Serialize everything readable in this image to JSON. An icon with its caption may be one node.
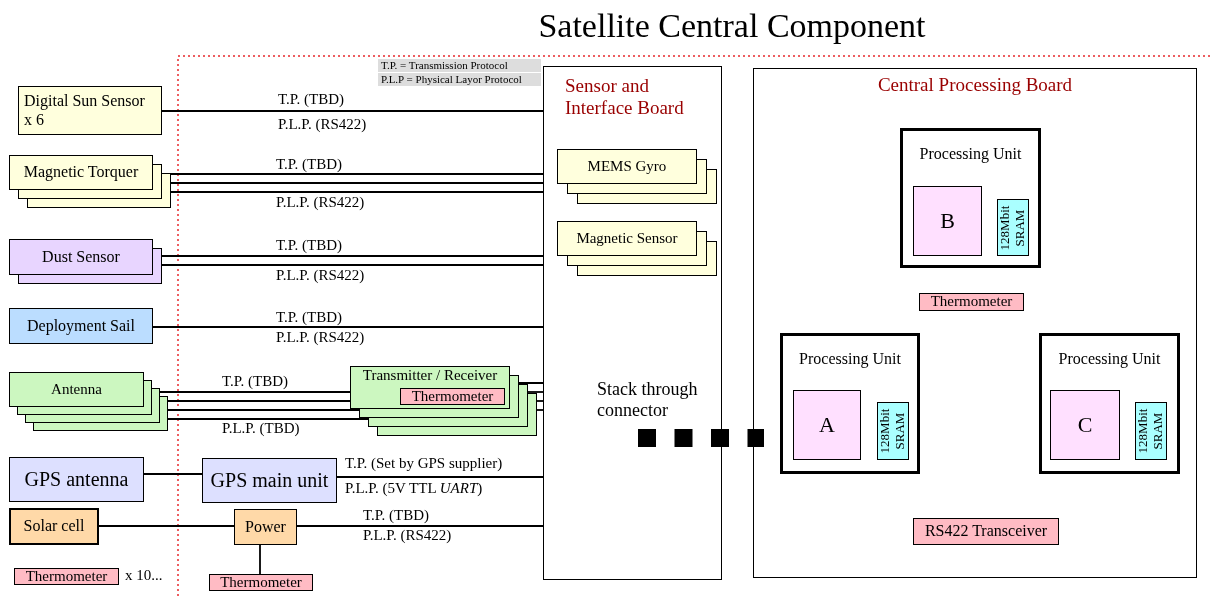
{
  "diagram": {
    "title": "Satellite Central Component",
    "nodes": [
      {
        "text": [
          "Digital Sun Sensor x 6"
        ]
      },
      {
        "text": [
          "Magnetic Torquer"
        ]
      },
      {
        "text": [
          "Dust Sensor"
        ]
      },
      {
        "text": [
          "Deployment Sail"
        ]
      },
      {
        "text": [
          "Antenna"
        ]
      },
      {
        "text": [
          "GPS antenna"
        ]
      },
      {
        "text": [
          "GPS main unit"
        ]
      },
      {
        "text": [
          "Solar cell"
        ]
      },
      {
        "text": [
          "Power"
        ]
      },
      {
        "text": [
          "Thermometer"
        ]
      },
      {
        "text": [
          "Thermometer"
        ],
        "beside": [
          "x 10..."
        ]
      },
      {
        "text": [
          "Transmitter / Receiver"
        ]
      },
      {
        "text": [
          "Thermometer"
        ],
        "in": 11
      },
      {
        "text": [
          "Sensor and Interface Board"
        ]
      },
      {
        "text": [
          "MEMS Gyro"
        ],
        "in": 13
      },
      {
        "text": [
          "Magnetic Sensor"
        ],
        "in": 13
      },
      {
        "text": [
          "Central Processing Board"
        ]
      },
      {
        "text": [
          "Processing Unit"
        ],
        "in": 16
      },
      {
        "text": [
          "B"
        ],
        "in": 17
      },
      {
        "text": [
          "128Mbit SRAM"
        ],
        "in": 17
      },
      {
        "text": [
          "Thermometer"
        ],
        "in": 16
      },
      {
        "text": [
          "Processing Unit"
        ],
        "in": 16
      },
      {
        "text": [
          "A"
        ],
        "in": 21
      },
      {
        "text": [
          "128Mbit SRAM"
        ],
        "in": 21
      },
      {
        "text": [
          "Processing Unit"
        ],
        "in": 16
      },
      {
        "text": [
          "C"
        ],
        "in": 24
      },
      {
        "text": [
          "128Mbit SRAM"
        ],
        "in": 24
      },
      {
        "text": [
          "RS422 Transceiver"
        ],
        "in": 16
      }
    ],
    "edges": [
      {
        "from": 0,
        "to": 13,
        "arrow": "none"
      },
      {
        "from": 1,
        "to": 13,
        "arrow": "none"
      },
      {
        "from": 1,
        "to": 13,
        "arrow": "none"
      },
      {
        "from": 1,
        "to": 13,
        "arrow": "none"
      },
      {
        "from": 2,
        "to": 13,
        "arrow": "none"
      },
      {
        "from": 2,
        "to": 13,
        "arrow": "none"
      },
      {
        "from": 3,
        "to": 13,
        "arrow": "none"
      },
      {
        "from": 4,
        "to": 11,
        "arrow": "none"
      },
      {
        "from": 4,
        "to": 11,
        "arrow": "none"
      },
      {
        "from": 4,
        "to": 11,
        "arrow": "none"
      },
      {
        "from": 4,
        "to": 11,
        "arrow": "none"
      },
      {
        "from": 11,
        "to": 13,
        "arrow": "none"
      },
      {
        "from": 11,
        "to": 13,
        "arrow": "none"
      },
      {
        "from": 11,
        "to": 13,
        "arrow": "none"
      },
      {
        "from": 11,
        "to": 13,
        "arrow": "none"
      },
      {
        "from": 5,
        "to": 6,
        "arrow": "none"
      },
      {
        "from": 6,
        "to": 13,
        "arrow": "none"
      },
      {
        "from": 7,
        "to": 8,
        "arrow": "none"
      },
      {
        "from": 8,
        "to": 13,
        "arrow": "none"
      },
      {
        "from": 8,
        "to": 9,
        "arrow": "none"
      },
      {
        "from": 13,
        "to": 16,
        "arrow": "none",
        "style": "dashed"
      }
    ],
    "labels": [
      "T.P. = Transmission Protocol",
      "P.L.P = Physical Layor Protocol",
      "T.P. (TBD)",
      "P.L.P. (RS422)",
      "T.P. (TBD)",
      "P.L.P. (RS422)",
      "T.P. (TBD)",
      "P.L.P. (RS422)",
      "T.P. (TBD)",
      "P.L.P. (RS422)",
      "T.P. (TBD)",
      "P.L.P. (TBD)",
      "Stack through connector",
      "T.P. (Set by GPS supplier)",
      "P.L.P. (5V TTL *UART*)",
      "T.P. (TBD)",
      "P.L.P. (RS422)"
    ]
  }
}
